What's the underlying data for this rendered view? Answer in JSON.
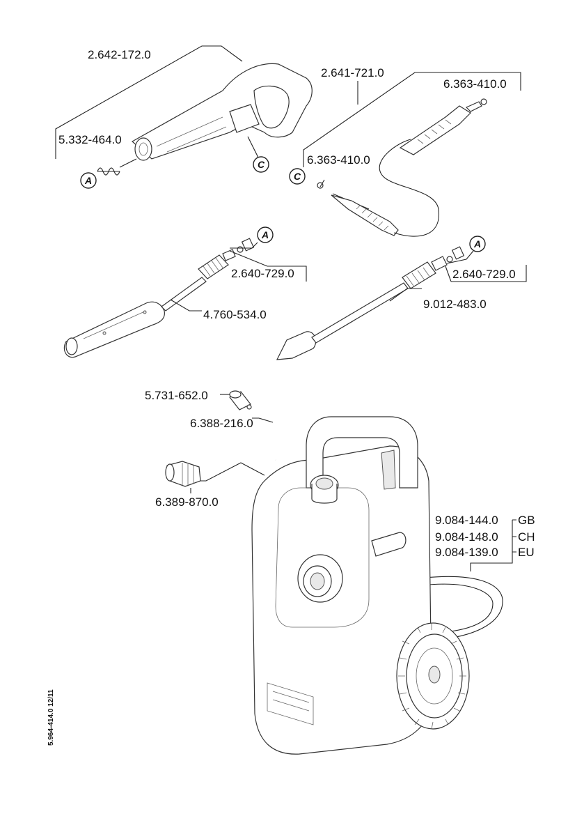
{
  "parts": {
    "trigger_gun": "2.642-172.0",
    "gun_spring": "5.332-464.0",
    "hose_assembly": "2.641-721.0",
    "oring_right": "6.363-410.0",
    "oring_left": "6.363-410.0",
    "nozzle_left_kit": "2.640-729.0",
    "vario_lance": "4.760-534.0",
    "nozzle_right_kit": "2.640-729.0",
    "dirt_blaster": "9.012-483.0",
    "cap": "5.731-652.0",
    "tube": "6.388-216.0",
    "garden_coupling": "6.389-870.0",
    "machine_gb": "9.084-144.0",
    "machine_ch": "9.084-148.0",
    "machine_eu": "9.084-139.0"
  },
  "variants": {
    "gb": "GB",
    "ch": "CH",
    "eu": "EU"
  },
  "badges": {
    "a": "A",
    "c": "C"
  },
  "doc_number": "5.964-414.0  12/11"
}
